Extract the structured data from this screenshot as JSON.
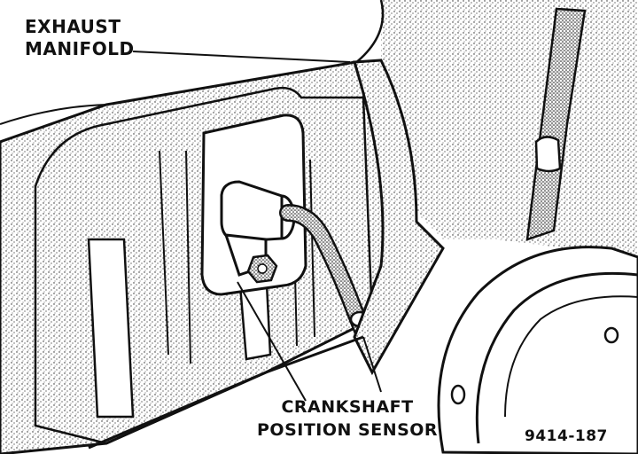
{
  "labels": {
    "exhaust_line1": "EXHAUST",
    "exhaust_line2": "MANIFOLD",
    "crank_line1": "CRANKSHAFT",
    "crank_line2": "POSITION SENSOR",
    "figure_number": "9414-187"
  },
  "colors": {
    "ink": "#111111",
    "paper": "#ffffff"
  }
}
